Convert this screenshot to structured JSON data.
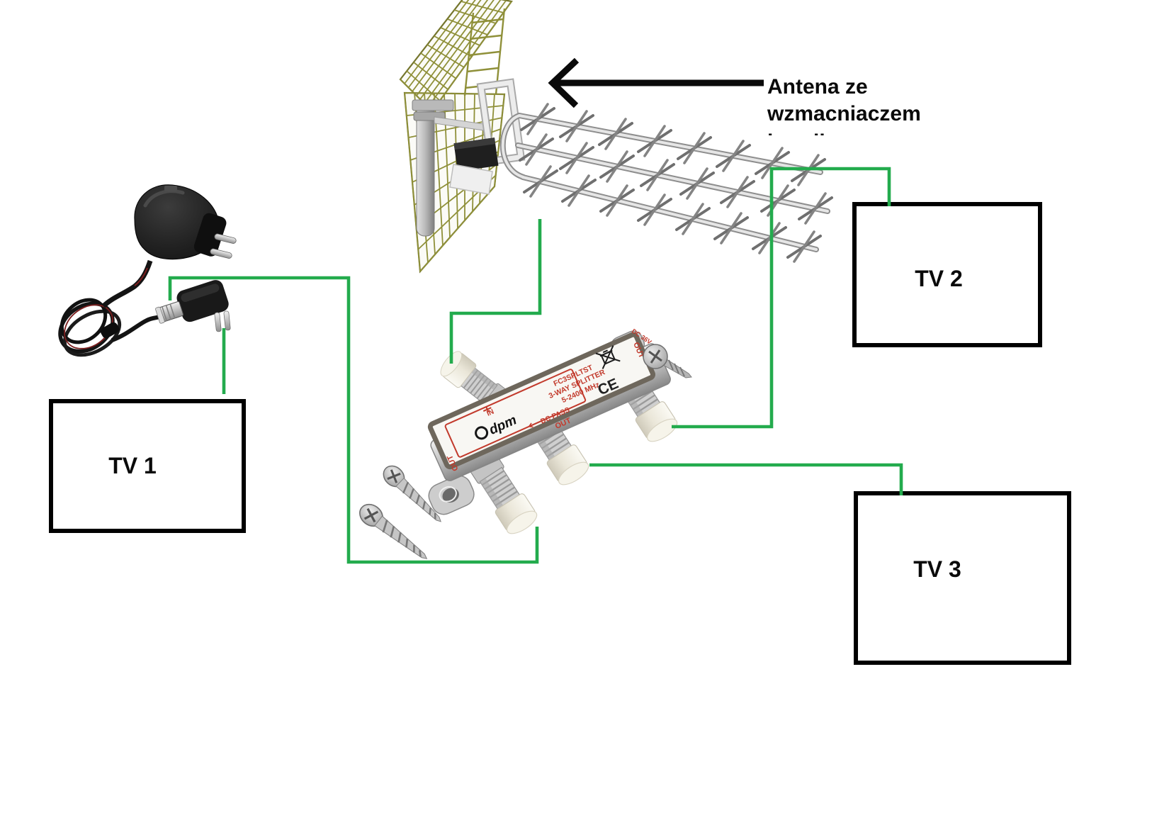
{
  "caption": {
    "line1": "Antena ze",
    "line2": "wzmacniaczem",
    "line3_partial": "i zasilaczem"
  },
  "tv_boxes": [
    {
      "id": "tv1",
      "label": "TV 1"
    },
    {
      "id": "tv2",
      "label": "TV 2"
    },
    {
      "id": "tv3",
      "label": "TV 3"
    }
  ],
  "splitter_label": {
    "brand": "dpm",
    "model": "FC3SPLTST",
    "type": "3-WAY SPLITTER",
    "band": "5-2400 MHz",
    "ce_mark": "CE",
    "port_in": "IN",
    "port_out": "OUT",
    "dc_pass": "DC PASS",
    "dc_note": "DC 36V"
  },
  "colors": {
    "wire_green": "#23ab4d",
    "outline_black": "#000000",
    "label_red": "#c23a2c",
    "mesh_olive": "#8f9039"
  }
}
